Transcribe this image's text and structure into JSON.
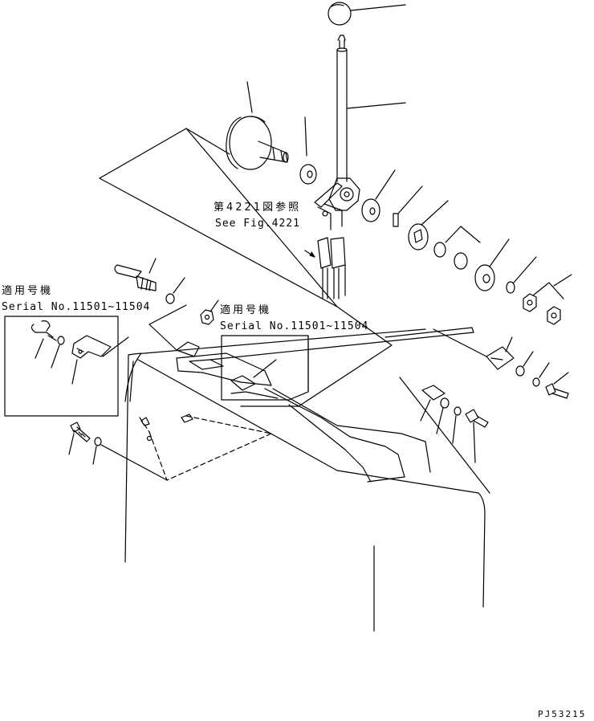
{
  "ref_note": {
    "jp": "第4221図参照",
    "en": "See Fig.4221"
  },
  "serial_box_left": {
    "jp": "適用号機",
    "en": "Serial No.11501~11504"
  },
  "serial_box_center": {
    "jp": "適用号機",
    "en": "Serial No.11501~11504"
  },
  "drawing_code": "PJ53215",
  "colors": {
    "line": "#000000",
    "background": "#ffffff"
  }
}
